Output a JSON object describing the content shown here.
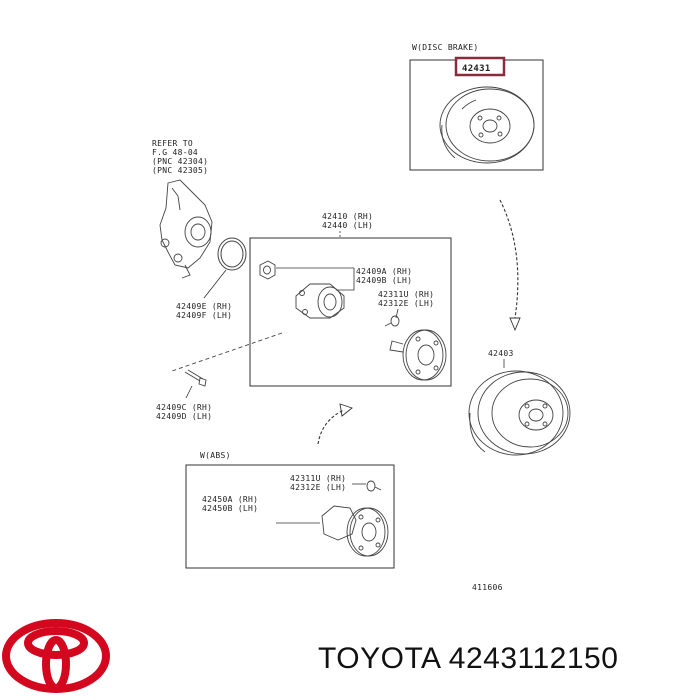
{
  "diagram": {
    "labels": {
      "disc_brake_note": "W(DISC BRAKE)",
      "disc_part": "42431",
      "refer_line1": "REFER TO",
      "refer_line2": "F.G 48-04",
      "refer_line3": "(PNC 42304)",
      "refer_line4": "(PNC 42305)",
      "hub_rh": "42410 (RH)",
      "hub_lh": "42440 (LH)",
      "nut_rh": "42409A (RH)",
      "nut_lh": "42409B (LH)",
      "bolt_rh": "42311U (RH)",
      "bolt_lh": "42312E (LH)",
      "oring_rh": "42409E (RH)",
      "oring_lh": "42409F (LH)",
      "drum_part": "42403",
      "lower_bolt_rh": "42409C (RH)",
      "lower_bolt_lh": "42409D (LH)",
      "abs_note": "W(ABS)",
      "abs_bolt_rh": "42311U (RH)",
      "abs_bolt_lh": "42312E (LH)",
      "abs_hub_rh": "42450A (RH)",
      "abs_hub_lh": "42450B (LH)",
      "diagram_code": "411606"
    },
    "highlight_color": "#8b2a3a"
  },
  "footer": {
    "brand": "TOYOTA",
    "part_number": "4243112150",
    "logo_color": "#d3071e"
  }
}
